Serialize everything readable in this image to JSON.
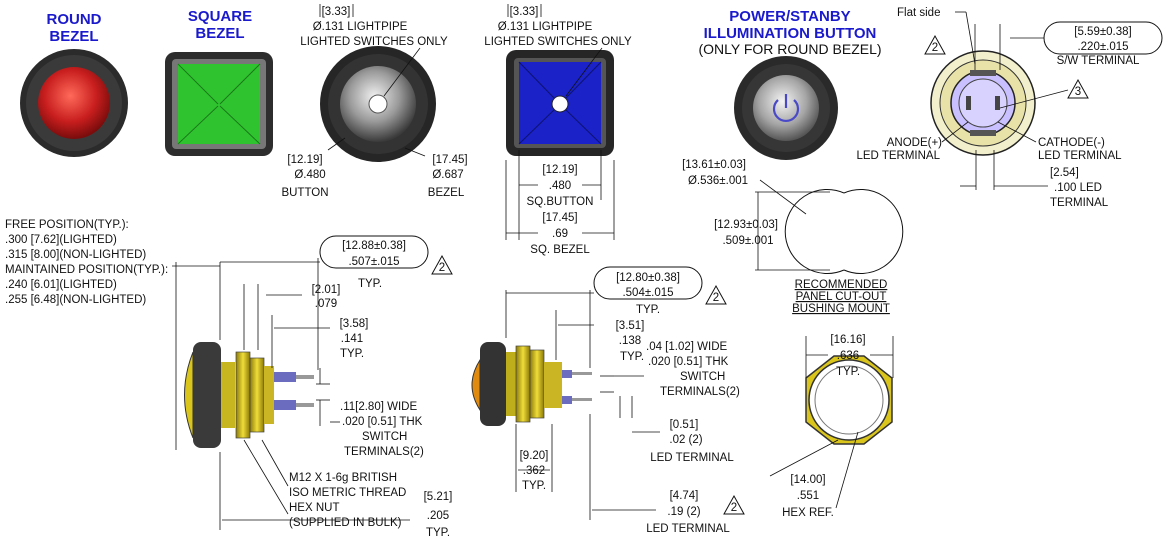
{
  "headings": {
    "round_bezel": [
      "ROUND",
      "BEZEL"
    ],
    "square_bezel": [
      "SQUARE",
      "BEZEL"
    ],
    "power_standby": [
      "POWER/STANBY",
      "ILLUMINATION BUTTON"
    ],
    "power_note": "(ONLY FOR ROUND BEZEL)"
  },
  "lightpipe_round": [
    "[3.33]",
    "Ø.131 LIGHTPIPE",
    "LIGHTED SWITCHES ONLY"
  ],
  "lightpipe_square": [
    "[3.33]",
    "Ø.131 LIGHTPIPE",
    "LIGHTED SWITCHES ONLY"
  ],
  "round_button_dim": [
    "[12.19]",
    "Ø.480",
    "BUTTON"
  ],
  "round_bezel_dim": [
    "[17.45]",
    "Ø.687",
    "BEZEL"
  ],
  "sq_button_dim": [
    "[12.19]",
    ".480",
    "SQ.BUTTON"
  ],
  "sq_bezel_dim": [
    "[17.45]",
    ".69",
    "SQ. BEZEL"
  ],
  "rear_view": {
    "flat_side": "Flat side",
    "sw_terminal": [
      "[5.59±0.38]",
      ".220±.015",
      "S/W TERMINAL"
    ],
    "note2": "2",
    "note3": "3",
    "anode": [
      "ANODE(+)",
      "LED TERMINAL"
    ],
    "cathode": [
      "CATHODE(-)",
      "LED TERMINAL"
    ],
    "led_term": [
      "[2.54]",
      ".100  LED",
      "TERMINAL"
    ]
  },
  "panel_cutout": {
    "dia": [
      "[13.61±0.03]",
      "Ø.536±.001"
    ],
    "flat": [
      "[12.93±0.03]",
      ".509±.001"
    ],
    "title": [
      "RECOMMENDED",
      "PANEL CUT-OUT",
      "BUSHING MOUNT"
    ]
  },
  "left_side": {
    "positions": [
      "FREE POSITION(TYP.):",
      ".300 [7.62](LIGHTED)",
      ".315 [8.00](NON-LIGHTED)",
      "MAINTAINED POSITION(TYP.):",
      ".240 [6.01](LIGHTED)",
      ".255 [6.48](NON-LIGHTED)"
    ],
    "overall": [
      "[12.88±0.38]",
      ".507±.015",
      "TYP."
    ],
    "note2": "2",
    "d201": [
      "[2.01]",
      ".079"
    ],
    "d358": [
      "[3.58]",
      ".141",
      "TYP."
    ],
    "terminals": [
      ".11[2.80] WIDE",
      ".020 [0.51] THK",
      "SWITCH",
      "TERMINALS(2)"
    ],
    "thread": [
      "M12 X 1-6g BRITISH",
      "ISO METRIC THREAD"
    ],
    "hex_nut": [
      "HEX NUT",
      "(SUPPLIED IN BULK)"
    ],
    "d521": [
      "[5.21]",
      ".205",
      "TYP."
    ]
  },
  "mid_side": {
    "overall": [
      "[12.80±0.38]",
      ".504±.015",
      "TYP."
    ],
    "note2": "2",
    "d351": [
      "[3.51]",
      ".138",
      "TYP."
    ],
    "terminals": [
      ".04 [1.02] WIDE",
      ".020 [0.51] THK",
      "SWITCH",
      "TERMINALS(2)"
    ],
    "d051": [
      "[0.51]",
      ".02  (2)",
      "LED TERMINAL"
    ],
    "d920": [
      "[9.20]",
      ".362",
      "TYP."
    ],
    "d474": [
      "[4.74]",
      ".19  (2)",
      "LED TERMINAL"
    ],
    "note2b": "2"
  },
  "hex_nut_view": {
    "across_flats": [
      "[16.16]",
      ".636",
      "TYP."
    ],
    "hex_ref": [
      "[14.00]",
      ".551",
      "HEX REF."
    ]
  },
  "colors": {
    "red": "#c81e1e",
    "green": "#2fc42f",
    "blue": "#1a22c8",
    "heading_blue": "#1a1acc",
    "yellow": "#e6cf1a",
    "amber": "#e08a10",
    "hex_yellow": "#d9c51c"
  }
}
